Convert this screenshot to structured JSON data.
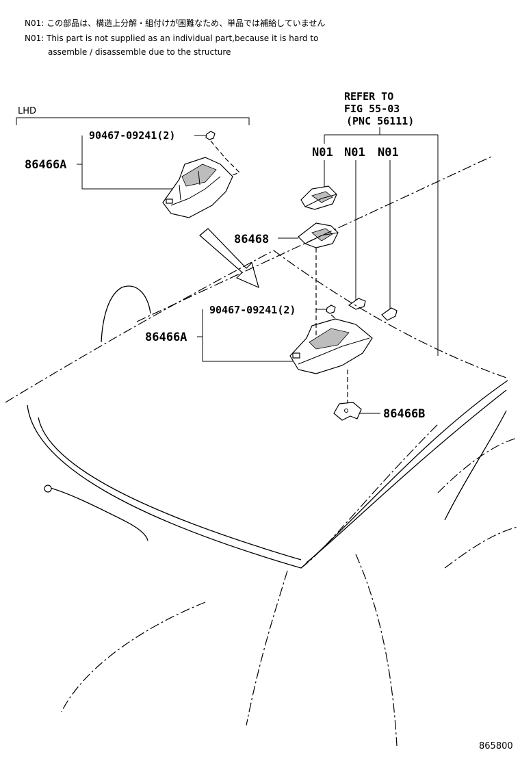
{
  "notes": {
    "jp": "N01: この部品は、構造上分解・組付けが困難なため、単品では補給していません",
    "en_line1": "N01: This part is not supplied as an individual part,because it is hard to",
    "en_line2": "assemble / disassemble due to the structure"
  },
  "lhd_label": "LHD",
  "refer": {
    "line1": "REFER TO",
    "line2": "FIG 55-03",
    "line3": "(PNC 56111)"
  },
  "callouts": {
    "n01_a": "N01",
    "n01_b": "N01",
    "n01_c": "N01",
    "bolt_top": "90467-09241(2)",
    "bracket_top": "86466A",
    "part_86468": "86468",
    "bolt_mid": "90467-09241(2)",
    "bracket_mid": "86466A",
    "part_86466b": "86466B"
  },
  "figure_number": "865800"
}
